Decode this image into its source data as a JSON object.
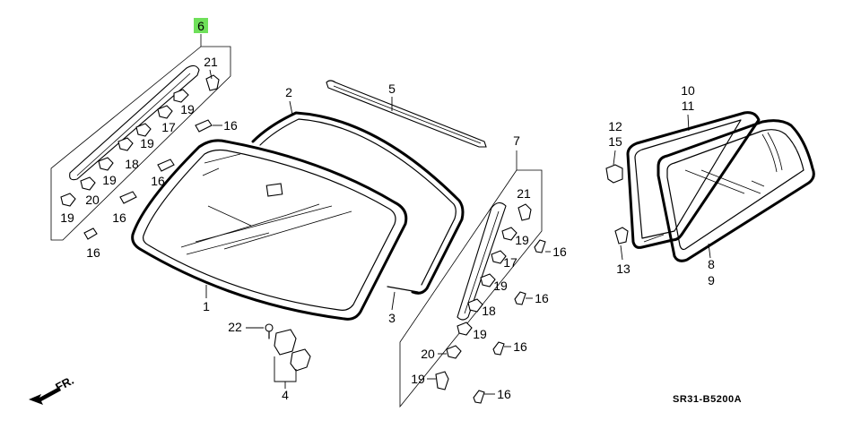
{
  "diagram_code": "SR31-B5200A",
  "front_arrow_label": "FR.",
  "callouts": {
    "c6": "6",
    "c21a": "21",
    "c19a": "19",
    "c17a": "17",
    "c16a": "16",
    "c19b": "19",
    "c18a": "18",
    "c19c": "19",
    "c16b": "16",
    "c20a": "20",
    "c19d": "19",
    "c16c": "16",
    "c16d": "16",
    "c2": "2",
    "c5": "5",
    "c1": "1",
    "c3": "3",
    "c22": "22",
    "c4": "4",
    "c7": "7",
    "c21b": "21",
    "c19e": "19",
    "c16e": "16",
    "c17b": "17",
    "c19f": "19",
    "c16f": "16",
    "c18b": "18",
    "c19g": "19",
    "c20b": "20",
    "c16g": "16",
    "c19h": "19",
    "c16h": "16",
    "c10": "10",
    "c11": "11",
    "c12": "12",
    "c15": "15",
    "c13": "13",
    "c8": "8",
    "c9": "9"
  },
  "colors": {
    "highlight": "#6fe05a",
    "ink": "#000000"
  }
}
